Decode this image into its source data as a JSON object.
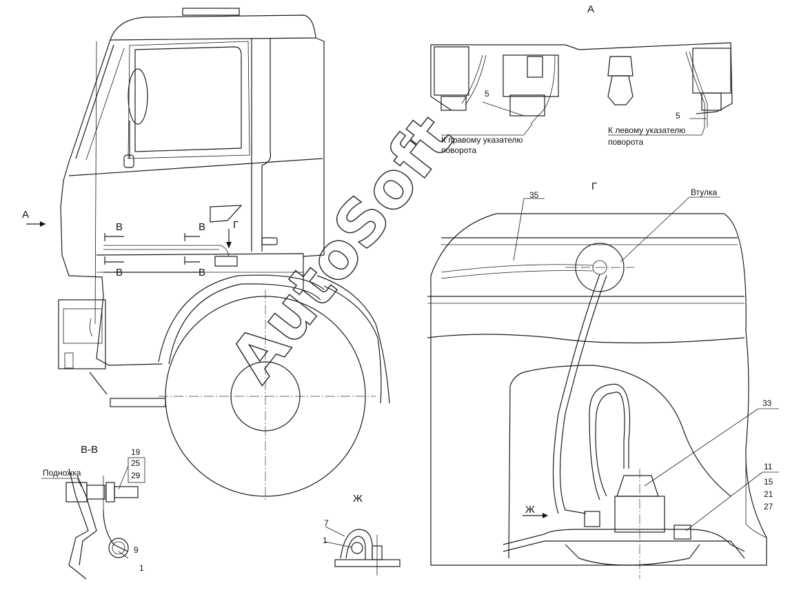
{
  "views": {
    "a_title": "А",
    "g_title": "Г",
    "vv_title": "В-В",
    "zh_title": "Ж"
  },
  "cab_markers": {
    "a_arrow": "А",
    "v1": "В",
    "v2": "В",
    "v3": "В",
    "v4": "В",
    "g_arrow": "Г"
  },
  "view_a": {
    "pos_left": "5",
    "pos_right": "5",
    "right_note_1": "К правому указателю",
    "right_note_2": "поворота",
    "left_note_1": "К левому указателю",
    "left_note_2": "поворота"
  },
  "view_g": {
    "pos_35": "35",
    "bushing": "Втулка",
    "pos_33": "33",
    "pos_11": "11",
    "pos_15": "15",
    "pos_21": "21",
    "pos_27": "27",
    "zh_arrow": "Ж"
  },
  "view_vv": {
    "step": "Подножка",
    "pos_19": "19",
    "pos_25": "25",
    "pos_29": "29",
    "pos_9": "9",
    "pos_1": "1"
  },
  "view_zh": {
    "pos_7": "7",
    "pos_1": "1"
  },
  "watermark": "AutoSoft"
}
